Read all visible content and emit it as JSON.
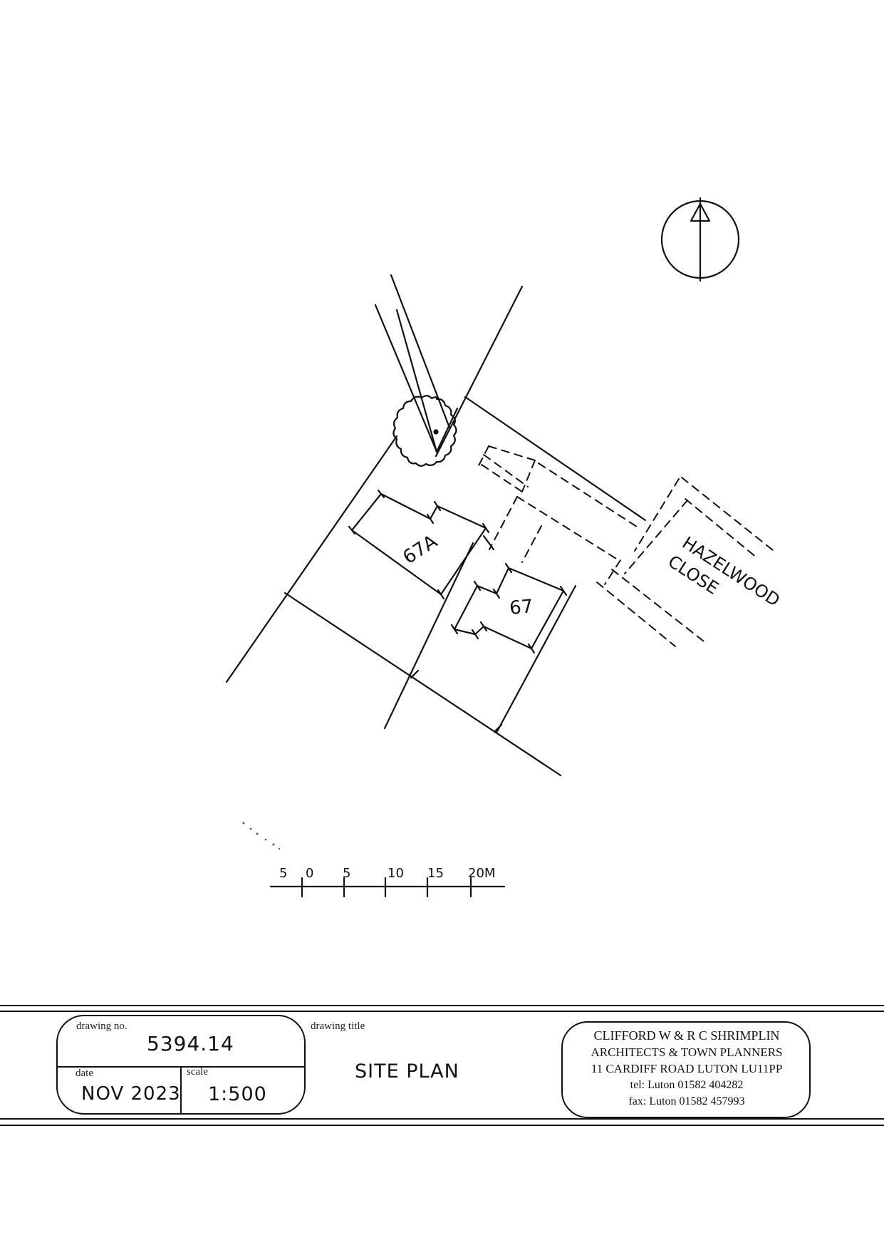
{
  "plan": {
    "plot_labels": [
      "67A",
      "67"
    ],
    "street_label_line1": "HAZELWOOD",
    "street_label_line2": "CLOSE",
    "scale_bar_ticks": [
      "5",
      "0",
      "5",
      "10",
      "15",
      "20M"
    ]
  },
  "title_block": {
    "drawing_no_label": "drawing no.",
    "drawing_no_value": "5394.14",
    "date_label": "date",
    "date_value": "NOV 2023",
    "scale_label": "scale",
    "scale_value": "1:500",
    "drawing_title_label": "drawing title",
    "drawing_title_value": "SITE PLAN",
    "firm": {
      "line1": "CLIFFORD W & R C SHRIMPLIN",
      "line2": "ARCHITECTS & TOWN PLANNERS",
      "line3": "11 CARDIFF ROAD LUTON LU11PP",
      "line4": "tel: Luton  01582 404282",
      "line5": "fax: Luton 01582 457993"
    }
  }
}
